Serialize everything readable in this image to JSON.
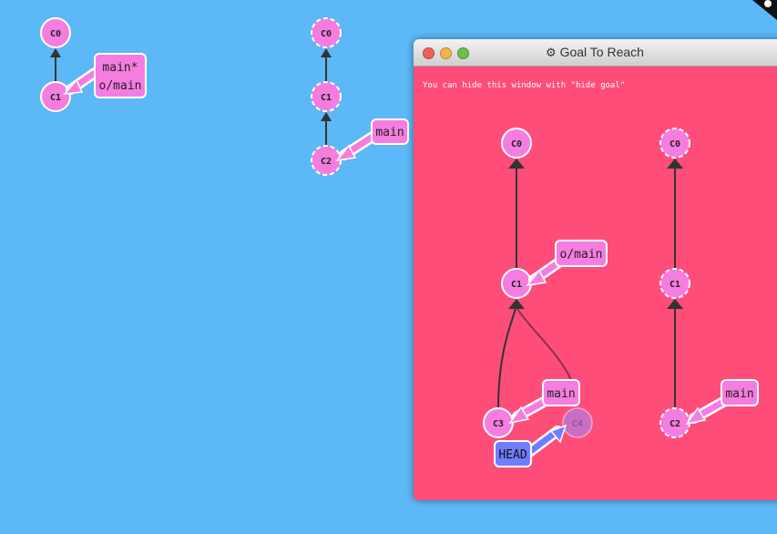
{
  "colors": {
    "background": "#5cb8f6",
    "commit_fill": "#f57de0",
    "goal_background": "#ff4d7a",
    "head_fill": "#6f7dff",
    "branch_border": "#ffffff"
  },
  "main_view": {
    "local_repo": {
      "commits": [
        {
          "id": "C0",
          "state": "committed"
        },
        {
          "id": "C1",
          "state": "committed"
        }
      ],
      "branches": [
        {
          "labels": [
            "main*",
            "o/main"
          ],
          "target": "C1"
        }
      ]
    },
    "remote_repo": {
      "commits": [
        {
          "id": "C0",
          "state": "origin"
        },
        {
          "id": "C1",
          "state": "origin"
        },
        {
          "id": "C2",
          "state": "origin"
        }
      ],
      "branches": [
        {
          "label": "main",
          "target": "C2"
        }
      ]
    }
  },
  "goal_window": {
    "title": "Goal To Reach",
    "title_icon": "gear-icon",
    "hint": "You can hide this window with \"hide goal\"",
    "local_repo": {
      "commits": [
        {
          "id": "C0"
        },
        {
          "id": "C1"
        },
        {
          "id": "C3"
        },
        {
          "id": "C4",
          "state": "ghost"
        }
      ],
      "branches": [
        {
          "label": "o/main",
          "target": "C1"
        },
        {
          "label": "main",
          "target": "C3"
        }
      ],
      "head": {
        "label": "HEAD",
        "target": "C4"
      }
    },
    "remote_repo": {
      "commits": [
        {
          "id": "C0"
        },
        {
          "id": "C1"
        },
        {
          "id": "C2"
        }
      ],
      "branches": [
        {
          "label": "main",
          "target": "C2"
        }
      ]
    }
  }
}
